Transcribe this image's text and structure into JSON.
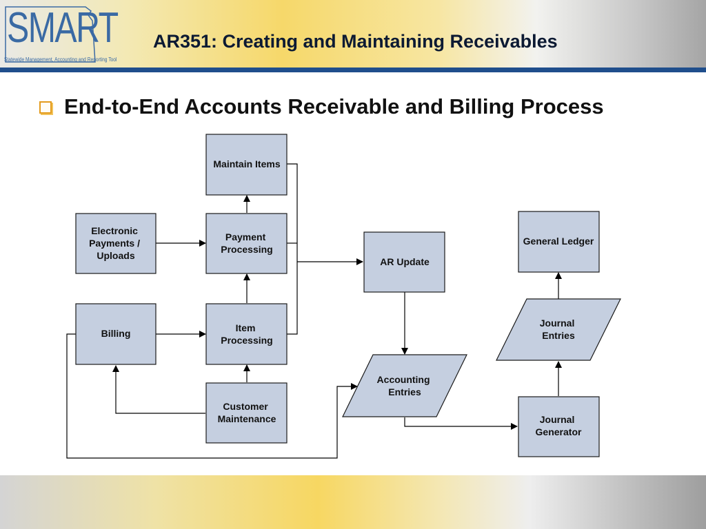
{
  "header": {
    "logo_text": "SMART",
    "logo_tagline": "Statewide Management, Accounting and Reporting Tool",
    "title": "AR351: Creating and Maintaining Receivables"
  },
  "section": {
    "heading": "End-to-End Accounts Receivable and Billing Process"
  },
  "colors": {
    "node_fill": "#c5cfe0",
    "node_stroke": "#1a1a1a",
    "accent_bar": "#1f4e8c",
    "bullet": "#e39b1c"
  },
  "diagram": {
    "nodes": {
      "maintain_items": [
        "Maintain Items"
      ],
      "electronic_payments": [
        "Electronic",
        "Payments /",
        "Uploads"
      ],
      "payment_processing": [
        "Payment",
        "Processing"
      ],
      "ar_update": [
        "AR Update"
      ],
      "general_ledger": [
        "General Ledger"
      ],
      "billing": [
        "Billing"
      ],
      "item_processing": [
        "Item",
        "Processing"
      ],
      "journal_entries": [
        "Journal",
        "Entries"
      ],
      "accounting_entries": [
        "Accounting",
        "Entries"
      ],
      "customer_maintenance": [
        "Customer",
        "Maintenance"
      ],
      "journal_generator": [
        "Journal",
        "Generator"
      ]
    }
  }
}
